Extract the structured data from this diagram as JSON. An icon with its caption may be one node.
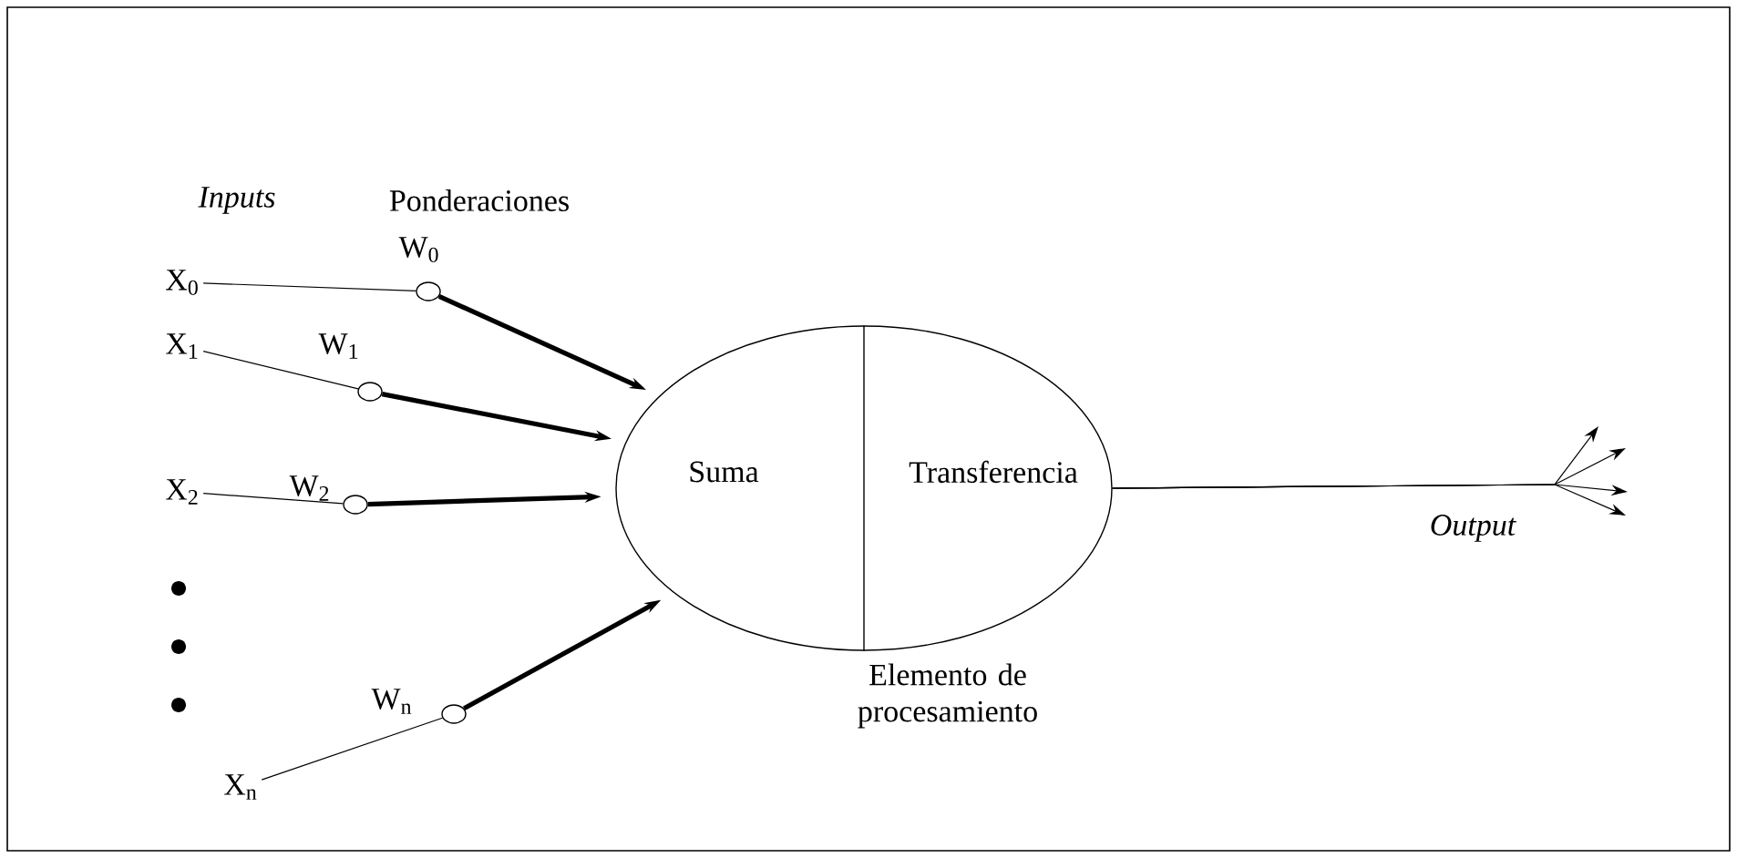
{
  "diagram": {
    "nodes": [
      {
        "text": [
          "X$_{0}$"
        ]
      },
      {
        "text": [
          "X$_{1}$"
        ]
      },
      {
        "text": [
          "X$_{2}$"
        ]
      },
      {
        "text": [
          "X$_{n}$"
        ]
      },
      {
        "text": [],
        "shape": "circle",
        "beside": [
          "W$_{0}$"
        ]
      },
      {
        "text": [],
        "shape": "circle",
        "beside": [
          "W$_{1}$"
        ]
      },
      {
        "text": [],
        "shape": "circle",
        "beside": [
          "W$_{2}$"
        ]
      },
      {
        "text": [],
        "shape": "circle",
        "beside": [
          "W$_{n}$"
        ]
      },
      {
        "text": [
          "Suma",
          "Transferencia"
        ],
        "beside": [
          "Elemento de procesamiento"
        ]
      }
    ],
    "edges": [
      {
        "from": 0,
        "to": 4,
        "arrow": "none"
      },
      {
        "from": 1,
        "to": 5,
        "arrow": "none"
      },
      {
        "from": 2,
        "to": 6,
        "arrow": "none"
      },
      {
        "from": 3,
        "to": 7,
        "arrow": "none"
      },
      {
        "from": 4,
        "to": 8,
        "arrow": "to",
        "style": "thick"
      },
      {
        "from": 5,
        "to": 8,
        "arrow": "to",
        "style": "thick"
      },
      {
        "from": 6,
        "to": 8,
        "arrow": "to",
        "style": "thick"
      },
      {
        "from": 7,
        "to": 8,
        "arrow": "to",
        "style": "thick"
      },
      {
        "from": 8,
        "to": null,
        "arrow": "to"
      },
      {
        "from": 8,
        "to": null,
        "arrow": "to"
      },
      {
        "from": 8,
        "to": null,
        "arrow": "to"
      },
      {
        "from": 8,
        "to": null,
        "arrow": "to"
      }
    ],
    "labels": [
      "Inputs",
      "Ponderaciones",
      "Output"
    ]
  }
}
